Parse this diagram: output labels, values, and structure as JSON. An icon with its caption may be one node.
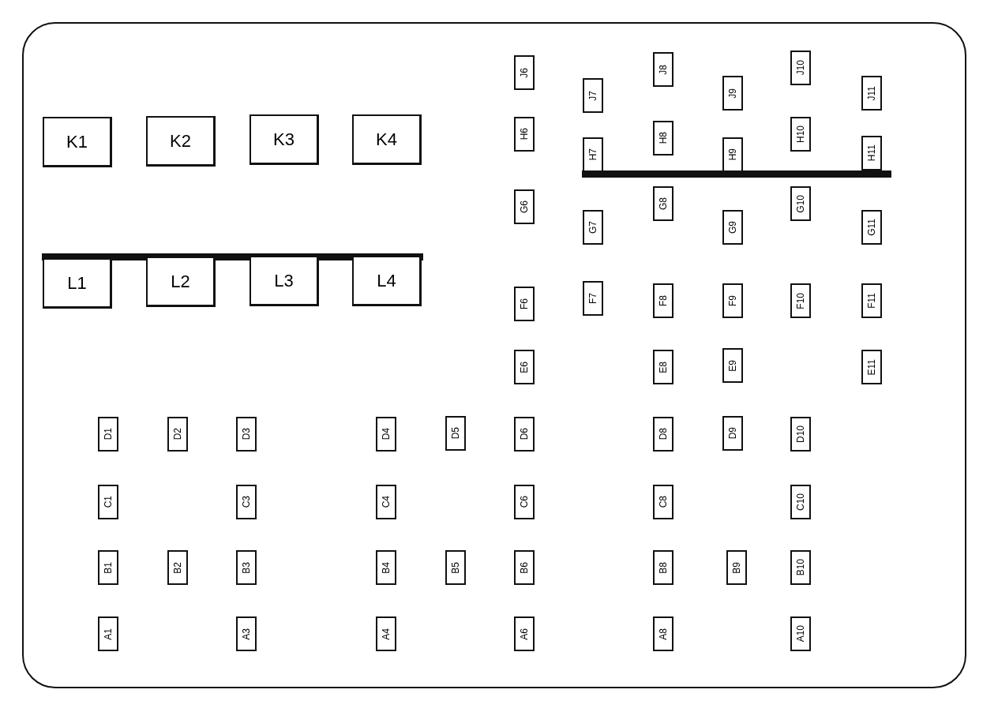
{
  "diagram": {
    "nodes": [
      {
        "text": [
          "K1"
        ]
      },
      {
        "text": [
          "K2"
        ]
      },
      {
        "text": [
          "K3"
        ]
      },
      {
        "text": [
          "K4"
        ]
      },
      {
        "text": [
          "L1"
        ]
      },
      {
        "text": [
          "L2"
        ]
      },
      {
        "text": [
          "L3"
        ]
      },
      {
        "text": [
          "L4"
        ]
      },
      {
        "text": [
          "J6"
        ]
      },
      {
        "text": [
          "J7"
        ]
      },
      {
        "text": [
          "J8"
        ]
      },
      {
        "text": [
          "J9"
        ]
      },
      {
        "text": [
          "J10"
        ]
      },
      {
        "text": [
          "J11"
        ]
      },
      {
        "text": [
          "H6"
        ]
      },
      {
        "text": [
          "H7"
        ]
      },
      {
        "text": [
          "H8"
        ]
      },
      {
        "text": [
          "H9"
        ]
      },
      {
        "text": [
          "H10"
        ]
      },
      {
        "text": [
          "H11"
        ]
      },
      {
        "text": [
          "G6"
        ]
      },
      {
        "text": [
          "G7"
        ]
      },
      {
        "text": [
          "G8"
        ]
      },
      {
        "text": [
          "G9"
        ]
      },
      {
        "text": [
          "G10"
        ]
      },
      {
        "text": [
          "G11"
        ]
      },
      {
        "text": [
          "F6"
        ]
      },
      {
        "text": [
          "F7"
        ]
      },
      {
        "text": [
          "F8"
        ]
      },
      {
        "text": [
          "F9"
        ]
      },
      {
        "text": [
          "F10"
        ]
      },
      {
        "text": [
          "F11"
        ]
      },
      {
        "text": [
          "E6"
        ]
      },
      {
        "text": [
          "E8"
        ]
      },
      {
        "text": [
          "E9"
        ]
      },
      {
        "text": [
          "E11"
        ]
      },
      {
        "text": [
          "D1"
        ]
      },
      {
        "text": [
          "D2"
        ]
      },
      {
        "text": [
          "D3"
        ]
      },
      {
        "text": [
          "D4"
        ]
      },
      {
        "text": [
          "D5"
        ]
      },
      {
        "text": [
          "D6"
        ]
      },
      {
        "text": [
          "D8"
        ]
      },
      {
        "text": [
          "D9"
        ]
      },
      {
        "text": [
          "D10"
        ]
      },
      {
        "text": [
          "C1"
        ]
      },
      {
        "text": [
          "C3"
        ]
      },
      {
        "text": [
          "C4"
        ]
      },
      {
        "text": [
          "C6"
        ]
      },
      {
        "text": [
          "C8"
        ]
      },
      {
        "text": [
          "C10"
        ]
      },
      {
        "text": [
          "B1"
        ]
      },
      {
        "text": [
          "B2"
        ]
      },
      {
        "text": [
          "B3"
        ]
      },
      {
        "text": [
          "B4"
        ]
      },
      {
        "text": [
          "B5"
        ]
      },
      {
        "text": [
          "B6"
        ]
      },
      {
        "text": [
          "B8"
        ]
      },
      {
        "text": [
          "B9"
        ]
      },
      {
        "text": [
          "B10"
        ]
      },
      {
        "text": [
          "A1"
        ]
      },
      {
        "text": [
          "A3"
        ]
      },
      {
        "text": [
          "A4"
        ]
      },
      {
        "text": [
          "A6"
        ]
      },
      {
        "text": [
          "A8"
        ]
      },
      {
        "text": [
          "A10"
        ]
      }
    ]
  }
}
